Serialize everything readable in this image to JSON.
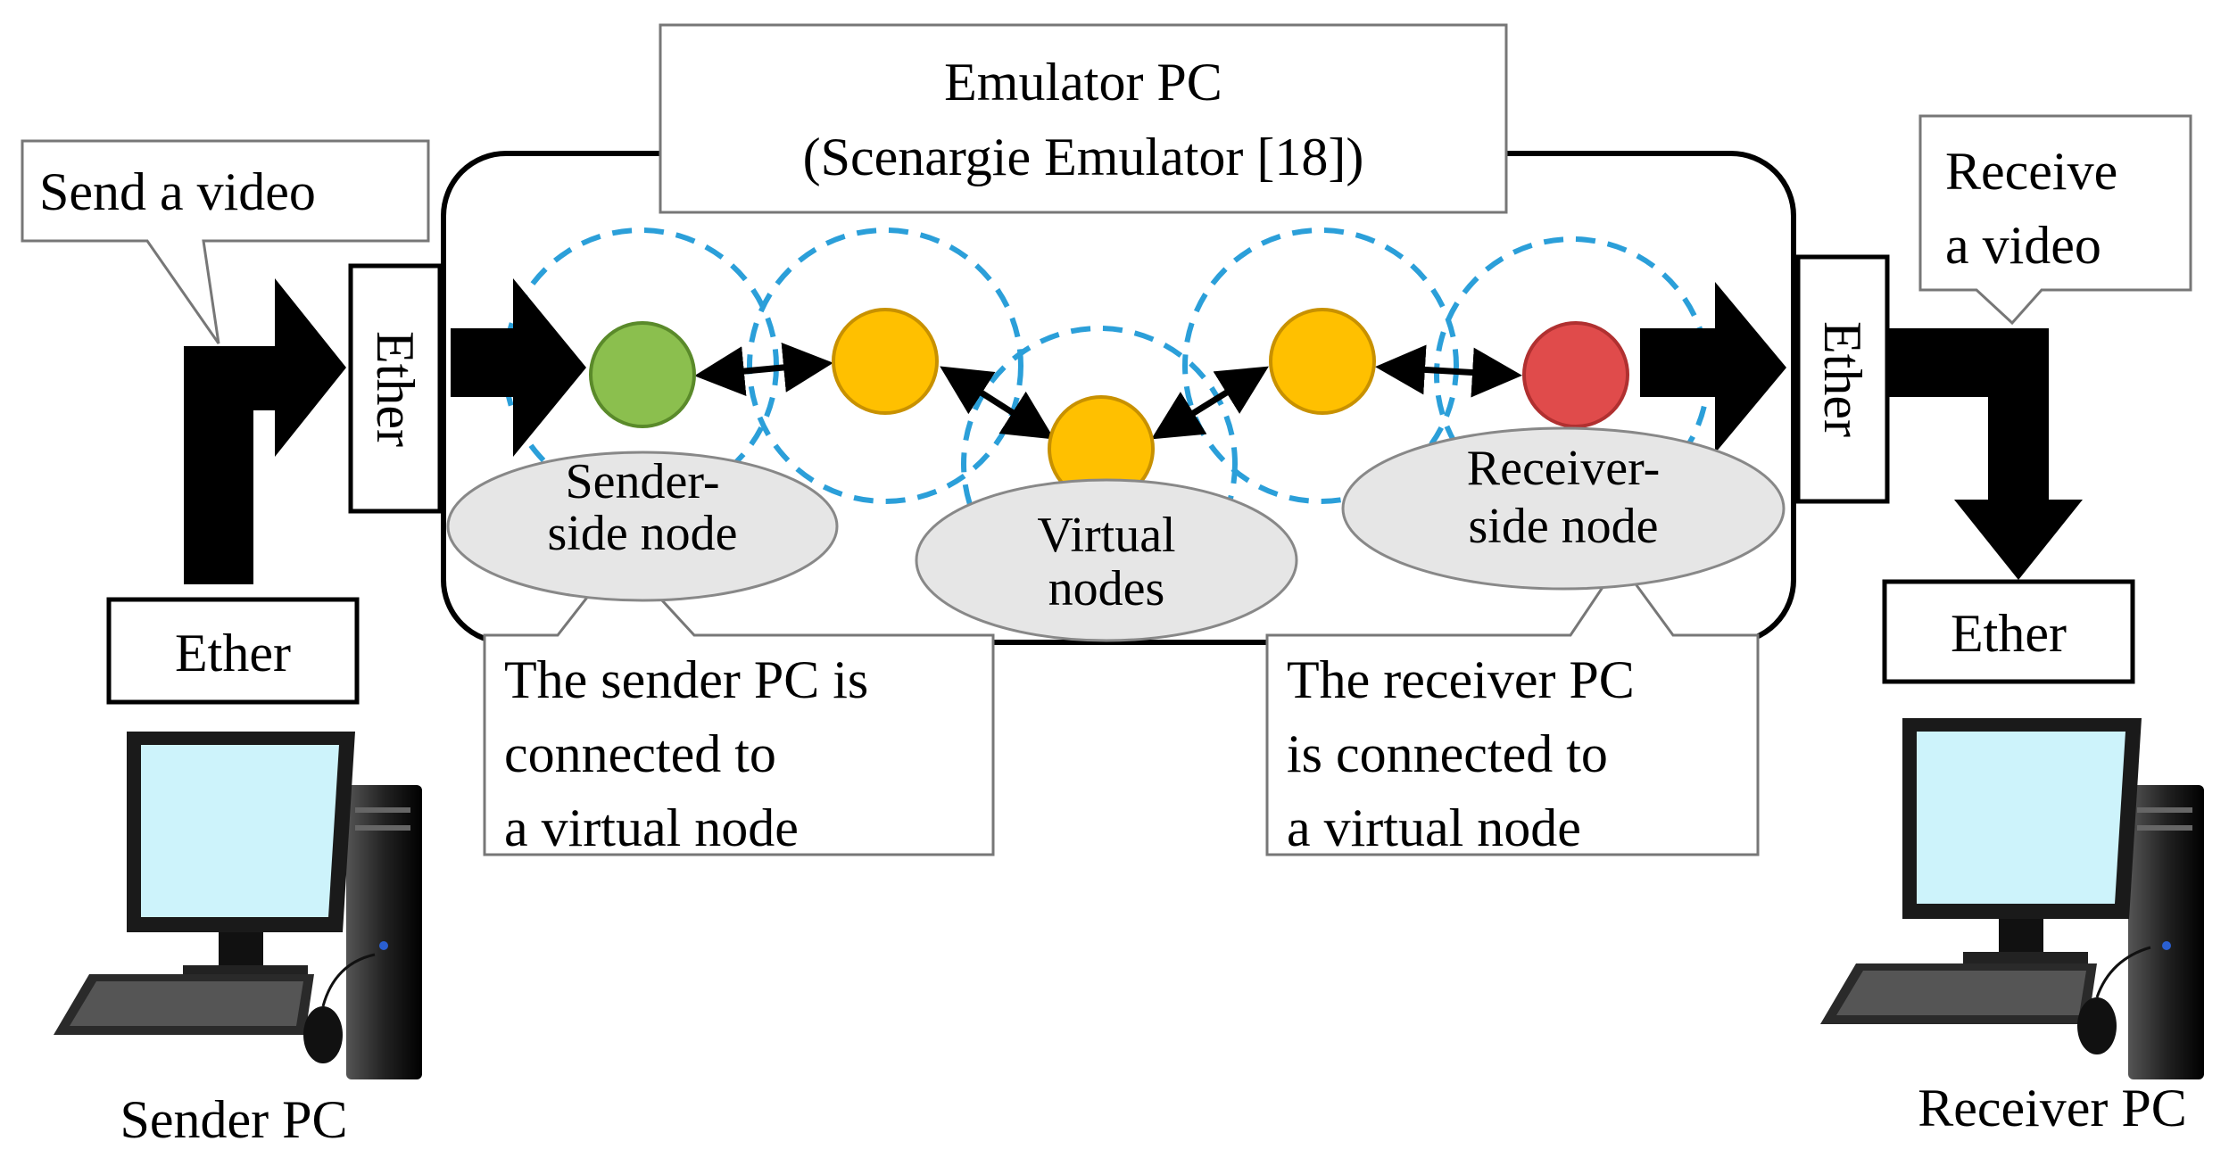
{
  "emulator": {
    "title_line1": "Emulator PC",
    "title_line2": "(Scenargie Emulator [18])"
  },
  "ether": {
    "sender_bottom": "Ether",
    "sender_side": "Ether",
    "receiver_side": "Ether",
    "receiver_bottom": "Ether"
  },
  "callouts": {
    "send_video": "Send a video",
    "receive_video_line1": "Receive",
    "receive_video_line2": "a video",
    "sender_connected": [
      "The sender PC is",
      "connected to",
      "a virtual node"
    ],
    "receiver_connected": [
      "The receiver PC",
      "is connected to",
      "a virtual node"
    ]
  },
  "node_labels": {
    "sender_side": [
      "Sender-",
      "side node"
    ],
    "virtual": [
      "Virtual",
      "nodes"
    ],
    "receiver_side": [
      "Receiver-",
      "side node"
    ]
  },
  "pcs": {
    "sender": "Sender PC",
    "receiver": "Receiver PC"
  },
  "colors": {
    "sender_node": "#8bbf4e",
    "virtual_node": "#ffc000",
    "receiver_node": "#e04b4b",
    "range_circle": "#2b9fd9",
    "label_ellipse": "#e6e6e6",
    "screen": "#cdf3fb"
  }
}
